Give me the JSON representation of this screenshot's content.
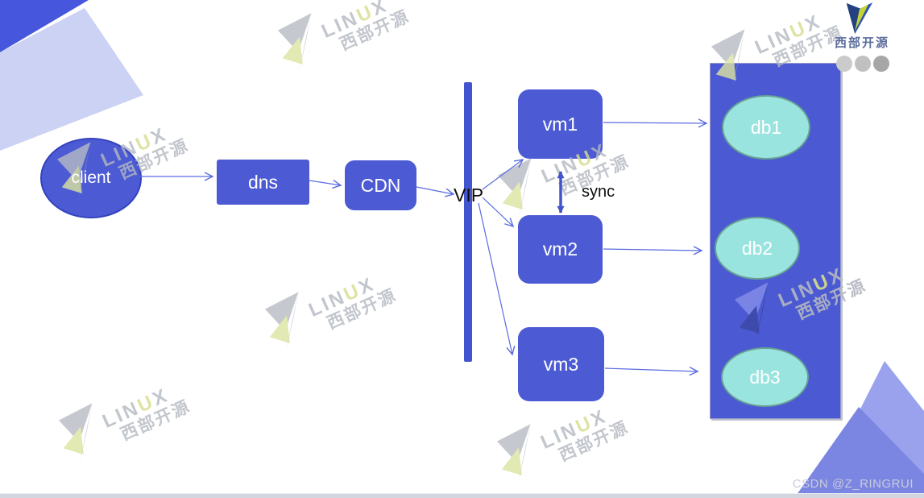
{
  "branding": {
    "logo_text": "西部开源",
    "watermark": {
      "l1a": "LIN",
      "l1b": "U",
      "l1c": "X",
      "line2": "西部开源"
    },
    "csdn": "CSDN @Z_RINGRUI",
    "dot_colors": [
      "#cbcbcb",
      "#c0c0c0",
      "#a6a6a6"
    ]
  },
  "colors": {
    "primary_blue": "#4c5bd4",
    "bar_blue": "#4355ce",
    "container_blue": "#4b5ad2",
    "db_fill": "#9ae4e0",
    "db_border": "#68a194",
    "arrow_line": "#5b6ce0",
    "sync_arrow": "#4253cc",
    "deco_dark_triangle": "#4656dd",
    "deco_lavender": "#ccd2f4",
    "deco_purple_light": "#9aa2ee",
    "deco_purple_mid": "#7b85e2"
  },
  "nodes": {
    "client": "client",
    "dns": "dns",
    "cdn": "CDN",
    "vip": "VIP",
    "vm1": "vm1",
    "vm2": "vm2",
    "vm3": "vm3",
    "db1": "db1",
    "db2": "db2",
    "db3": "db3"
  },
  "labels": {
    "sync": "sync"
  }
}
